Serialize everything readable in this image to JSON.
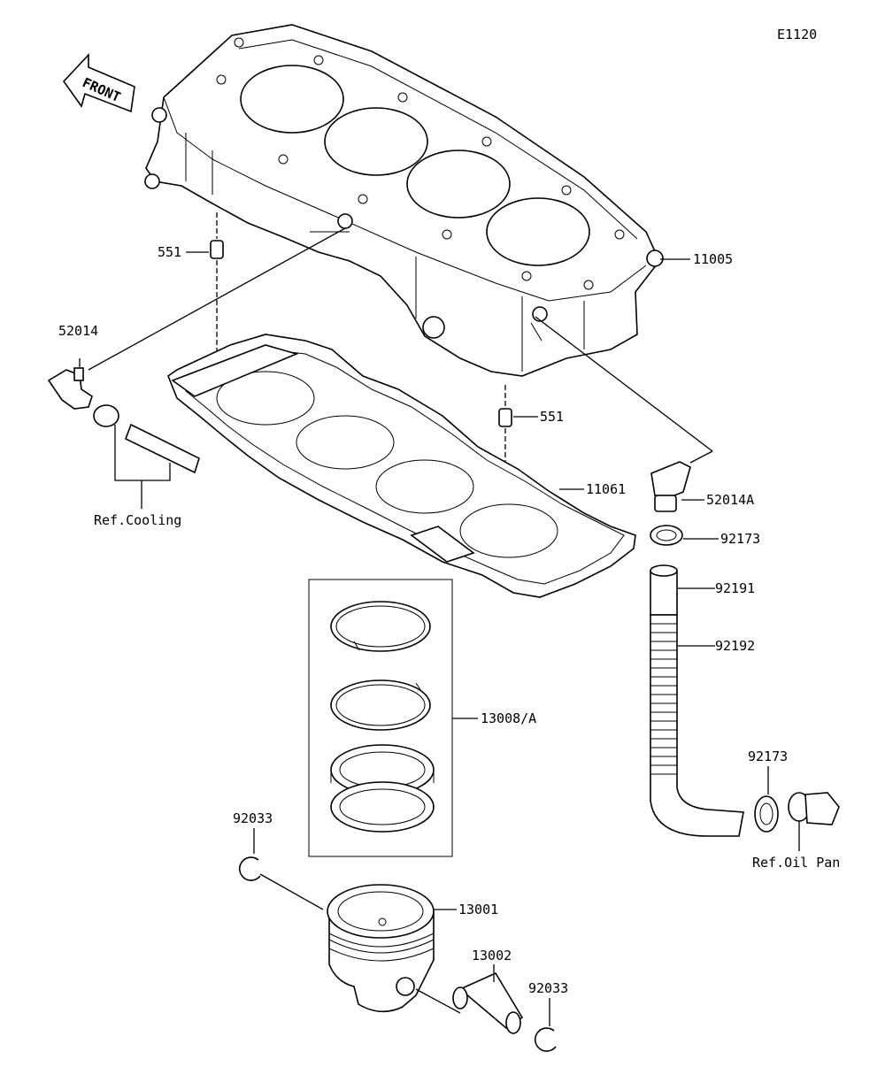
{
  "diagram_code": "E1120",
  "front_arrow": "FRONT",
  "labels": {
    "p11005": "11005",
    "p551_top": "551",
    "p551_mid": "551",
    "p52014": "52014",
    "p52014a": "52014A",
    "p11061": "11061",
    "p92173_a": "92173",
    "p92173_b": "92173",
    "p92191": "92191",
    "p92192": "92192",
    "p13008a": "13008/A",
    "p92033_a": "92033",
    "p92033_b": "92033",
    "p13001": "13001",
    "p13002": "13002"
  },
  "refs": {
    "cooling": "Ref.Cooling",
    "oil_pan": "Ref.Oil Pan"
  }
}
